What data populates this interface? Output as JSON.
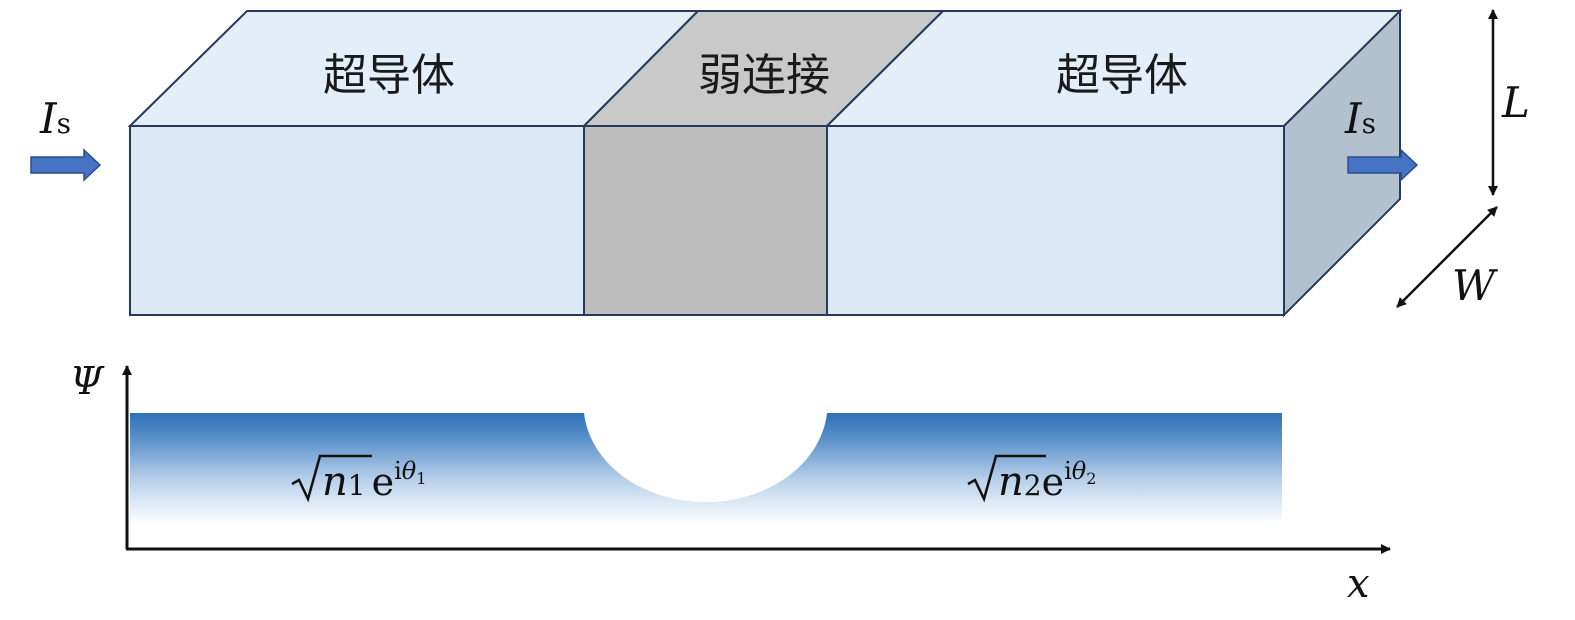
{
  "top": {
    "left_label": "超导体",
    "middle_label": "弱连接",
    "right_label": "超导体"
  },
  "current": {
    "symbol": "I",
    "subscript": "s"
  },
  "dimensions": {
    "length": "L",
    "width": "W"
  },
  "plot": {
    "y_axis_label": "Ψ",
    "x_axis_label": "x",
    "left_expr": {
      "root_var": "n",
      "root_sub": "1",
      "exp_base": "e",
      "exp_i": "i",
      "exp_theta": "θ",
      "exp_sub": "1"
    },
    "right_expr": {
      "root_var": "n",
      "root_sub": "2",
      "exp_base": "e",
      "exp_i": "i",
      "exp_theta": "θ",
      "exp_sub": "2"
    }
  },
  "colors": {
    "superconductor_front": "#dde9f6",
    "superconductor_top": "#e4eef9",
    "superconductor_side": "#b3c0cd",
    "weak_link_front": "#bdbdbd",
    "weak_link_top": "#c9c9c9",
    "outline": "#263a5a",
    "arrow_fill": "#4673c4",
    "wave_top": "#2e70b8",
    "wave_bottom": "#ffffff"
  }
}
